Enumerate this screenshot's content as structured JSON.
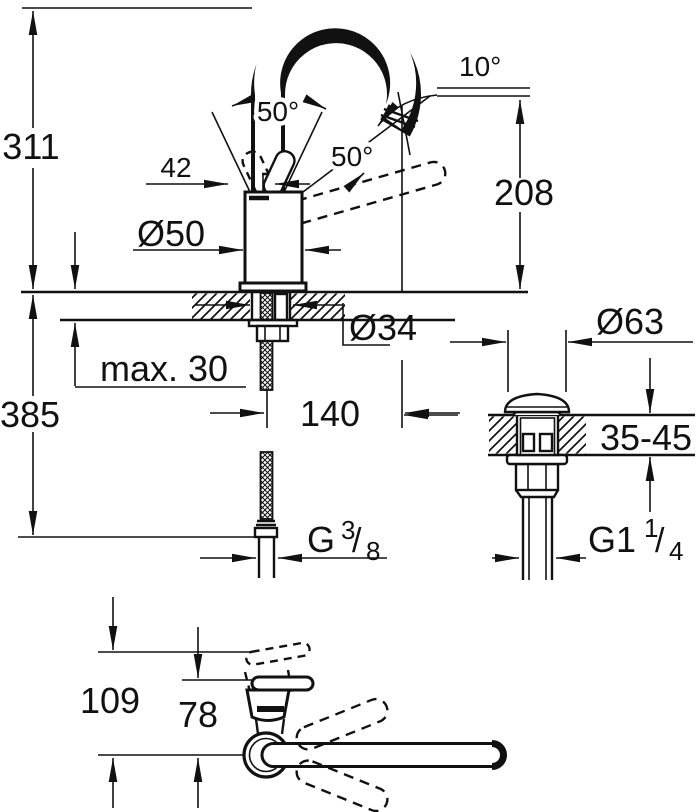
{
  "drawing": {
    "type": "faucet-installation-dimension-drawing",
    "colors": {
      "background": "#ffffff",
      "line": "#111111"
    },
    "labels": {
      "total_height": "311",
      "handle_offset": "42",
      "handle_swing_angle": "50°",
      "lever_open_angle": "50°",
      "outlet_angle": "10°",
      "outlet_height": "208",
      "body_diameter": "Ø50",
      "deck_thickness_max": "max. 30",
      "below_deck_length": "385",
      "shank_diameter": "Ø34",
      "spout_projection": "140",
      "waste_flange_diameter": "Ø63",
      "waste_deck_range": "35-45",
      "supply_thread": {
        "prefix": "G",
        "numerator": "3",
        "slash": "/",
        "denominator": "8"
      },
      "waste_thread": {
        "prefix": "G1",
        "numerator": "1",
        "slash": "/",
        "denominator": "4"
      },
      "plan_depth_total": "109",
      "plan_depth_body": "78"
    }
  }
}
